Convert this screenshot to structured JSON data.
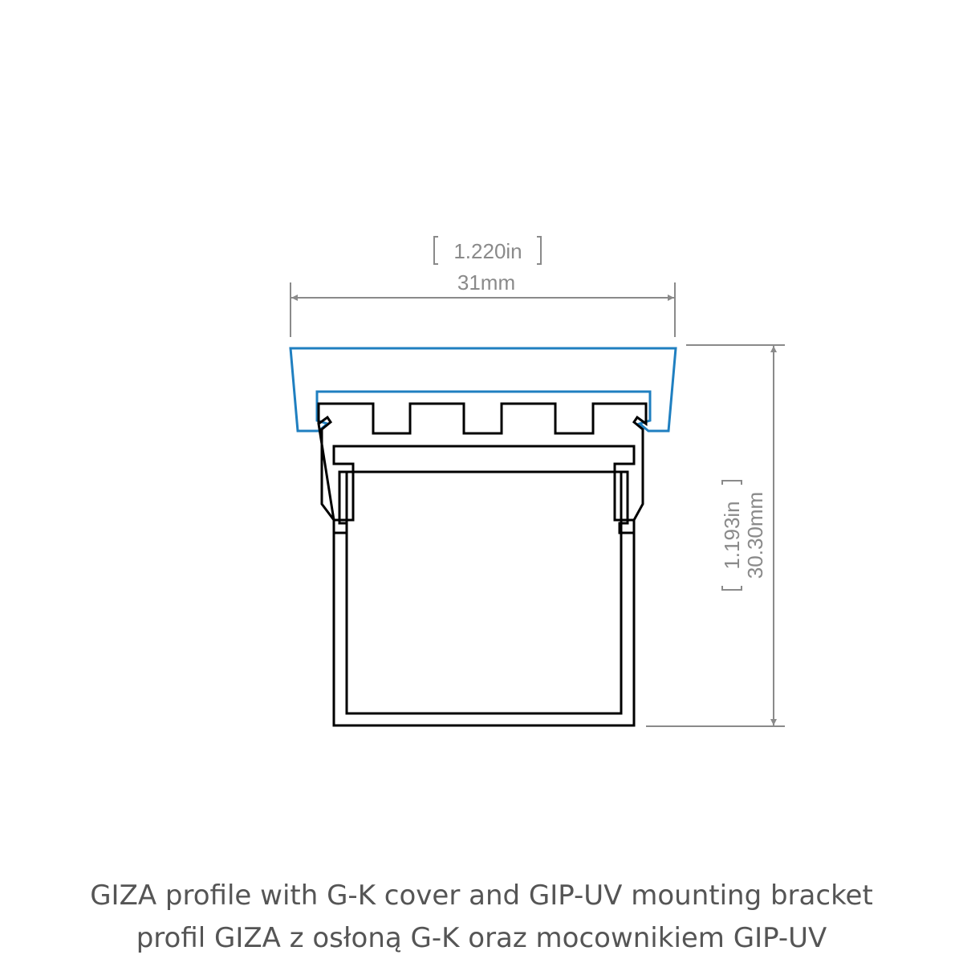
{
  "dimensions": {
    "width_in": "1.220in",
    "width_mm": "31mm",
    "height_in": "1.193in",
    "height_mm": "30.30mm"
  },
  "caption": {
    "line_en": "GIZA profile with G-K cover and GIP-UV mounting bracket",
    "line_pl": "profil GIZA z osłoną G-K oraz mocownikiem GIP-UV"
  },
  "colors": {
    "profile": "#000000",
    "cover": "#1f7fc0",
    "dimension": "#8a8a8a",
    "caption": "#555555"
  }
}
